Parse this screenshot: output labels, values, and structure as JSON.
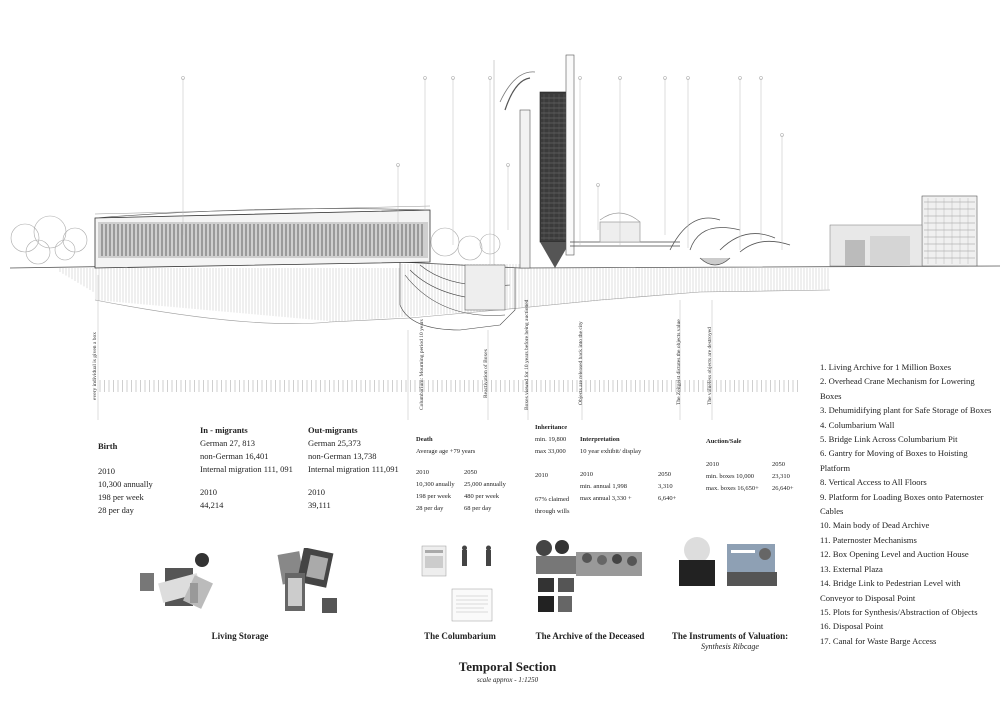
{
  "title": "Temporal Section",
  "subtitle": "scale approx - 1:1250",
  "vertical_notes": [
    "every individual is given a box",
    "Columbarium: Mourning period 10 years",
    "Reactivation of Boxes",
    "Boxes viewed for 10 years before being auctioned",
    "Objects are released back into the city",
    "The Zeitgeist dictates the objects value",
    "The valueless objects are destroyed"
  ],
  "birth": {
    "heading": "Birth",
    "year": "2010",
    "annual": "10,300 annually",
    "weekly": "198 per week",
    "daily": "28 per day"
  },
  "in_migrants": {
    "heading": "In - migrants",
    "german": "German 27, 813",
    "non_german": "non-German 16,401",
    "internal": "Internal migration 111, 091",
    "year": "2010",
    "total": "44,214"
  },
  "out_migrants": {
    "heading": "Out-migrants",
    "german": "German 25,373",
    "non_german": "non-German 13,738",
    "internal": "Internal migration 111,091",
    "year": "2010",
    "total": "39,111"
  },
  "death": {
    "heading": "Death",
    "avg_age": "Average age +79 years",
    "year_a": "2010",
    "year_b": "2050",
    "annual_a": "10,300 anually",
    "annual_b": "25,000 annually",
    "weekly_a": "198 per week",
    "weekly_b": "480 per week",
    "daily_a": "28 per day",
    "daily_b": "68 per day"
  },
  "inheritance": {
    "heading": "Inheritance",
    "min": "min. 19,800",
    "max": "max 33,000",
    "year": "2010",
    "claimed": "67% claimed",
    "through": "through wills"
  },
  "interpretation": {
    "heading": "Interpretation",
    "sub": "10 year exhibit/ display",
    "year_a": "2010",
    "year_b": "2050",
    "min_label": "min. annual 1,998",
    "min_value": "3,310",
    "max_label": "max annual 3,330 +",
    "max_value": "6,640+"
  },
  "auction": {
    "heading": "Auction/Sale",
    "year_a": "2010",
    "year_b": "2050",
    "min_label": "min. boxes 10,000",
    "min_value": "23,310",
    "max_label": "max. boxes 16,650+",
    "max_value": "26,640+"
  },
  "legend": [
    "1. Living Archive for 1 Million Boxes",
    "2. Overhead Crane Mechanism for Lowering Boxes",
    "3. Dehumidifying plant for Safe Storage of Boxes",
    "4. Columbarium Wall",
    "5. Bridge Link Across Columbarium Pit",
    "6. Gantry for Moving of Boxes to Hoisting Platform",
    "8. Vertical Access to All Floors",
    "9. Platform for Loading Boxes onto Paternoster Cables",
    "10. Main body of Dead Archive",
    "11. Paternoster Mechanisms",
    "12. Box Opening Level and Auction House",
    "13. External Plaza",
    "14. Bridge Link to Pedestrian Level with Conveyor to Disposal Point",
    "15. Plots for Synthesis/Abstraction of Objects",
    "16. Disposal Point",
    "17. Canal for Waste Barge Access"
  ],
  "captions": {
    "living_storage": "Living Storage",
    "columbarium": "The Columbarium",
    "archive": "The Archive of the Deceased",
    "instruments": "The Instruments of Valuation:",
    "instruments_sub": "Synthesis Ribcage"
  }
}
